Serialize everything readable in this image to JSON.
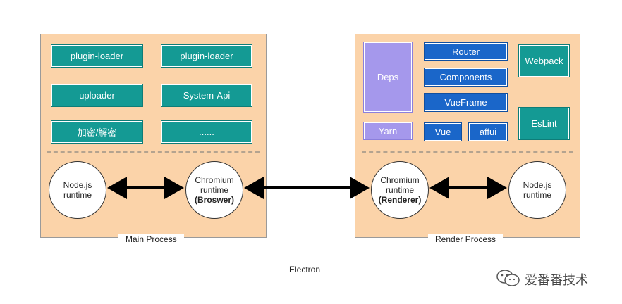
{
  "outer": {
    "label": "Electron"
  },
  "main_process": {
    "label": "Main Process",
    "boxes": [
      "plugin-loader",
      "plugin-loader",
      "uploader",
      "System-Api",
      "加密/解密",
      "......"
    ],
    "node_circle": {
      "line1": "Node.js",
      "line2": "runtime"
    },
    "chromium_circle": {
      "line1": "Chromium",
      "line2": "runtime",
      "line3": "(Broswer)"
    }
  },
  "render_process": {
    "label": "Render Process",
    "deps": "Deps",
    "yarn": "Yarn",
    "router": "Router",
    "components": "Components",
    "vueframe": "VueFrame",
    "vue": "Vue",
    "affui": "affui",
    "webpack": "Webpack",
    "eslint": "EsLint",
    "chromium_circle": {
      "line1": "Chromium",
      "line2": "runtime",
      "line3": "(Renderer)"
    },
    "node_circle": {
      "line1": "Node.js",
      "line2": "runtime"
    }
  },
  "watermark": {
    "text": "爱番番技术",
    "icon": "wechat-icon"
  },
  "colors": {
    "panel": "#fbd3a9",
    "teal": "#149a94",
    "blue": "#1a66c9",
    "lavender": "#a598ec"
  }
}
